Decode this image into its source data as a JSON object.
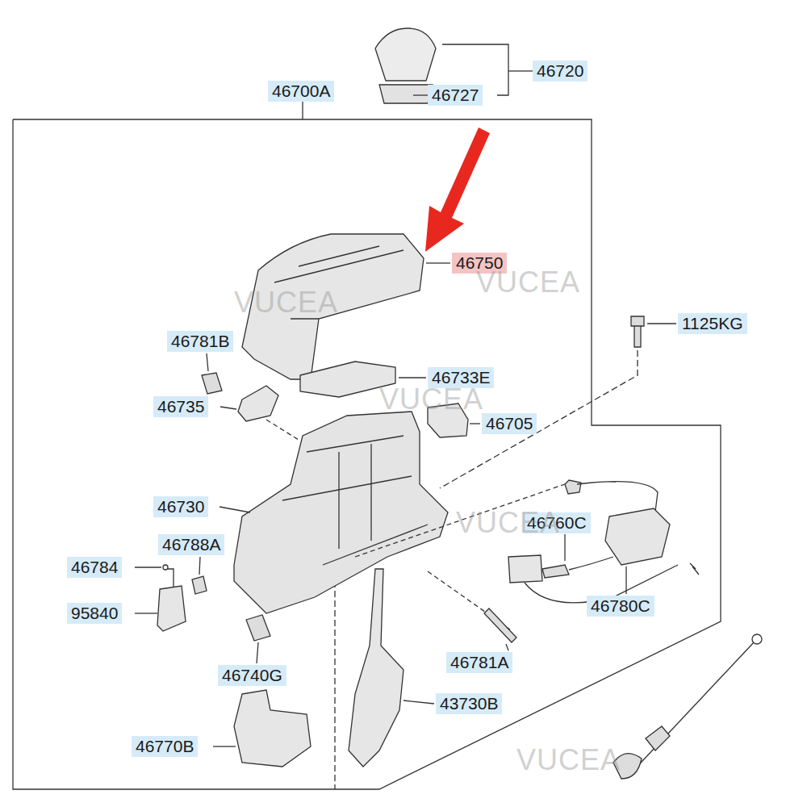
{
  "diagram": {
    "labels": [
      "46720",
      "46727",
      "46700A",
      "46750",
      "VUCEA",
      "VUCEA",
      "1125KG",
      "46781B",
      "46733E",
      "46735",
      "VUCEA",
      "46705",
      "46730",
      "46760C",
      "VUCEA",
      "46788A",
      "46784",
      "46780C",
      "95840",
      "46781A",
      "46740G",
      "43730B",
      "46770B",
      "VUCEA"
    ]
  }
}
